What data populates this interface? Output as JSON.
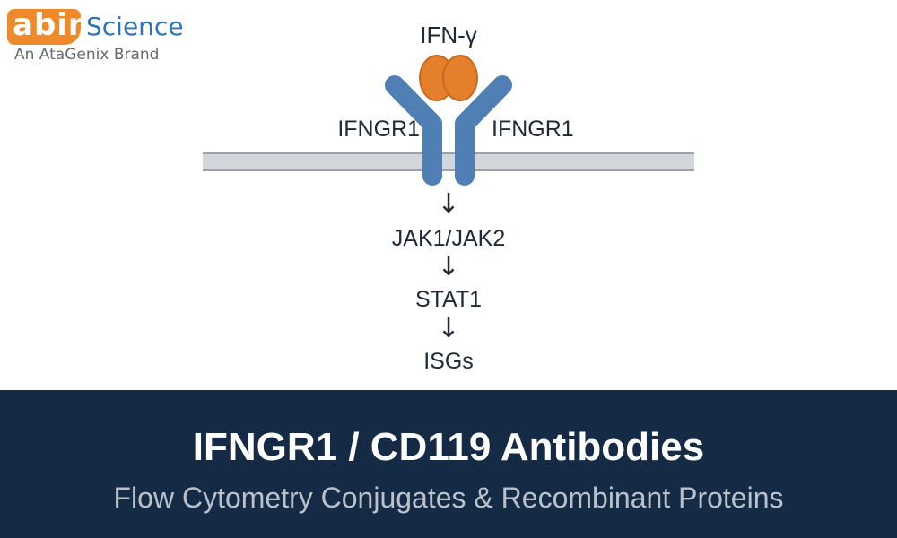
{
  "logo": {
    "mark": "abin",
    "word": "Science",
    "tagline": "An AtaGenix Brand"
  },
  "diagram": {
    "ligand": "IFN-γ",
    "receptor_left": "IFNGR1",
    "receptor_right": "IFNGR1",
    "arrow_glyph": "↓",
    "cascade": [
      "JAK1/JAK2",
      "STAT1",
      "ISGs"
    ]
  },
  "colors": {
    "ligand": "#e47f2b",
    "receptor": "#4f7fb4",
    "membrane": "#d3d7db",
    "banner": "#152a45",
    "logo_orange": "#ee8a2c",
    "logo_blue": "#2f73b8"
  },
  "banner": {
    "title": "IFNGR1 / CD119 Antibodies",
    "subtitle": "Flow Cytometry Conjugates & Recombinant Proteins"
  }
}
